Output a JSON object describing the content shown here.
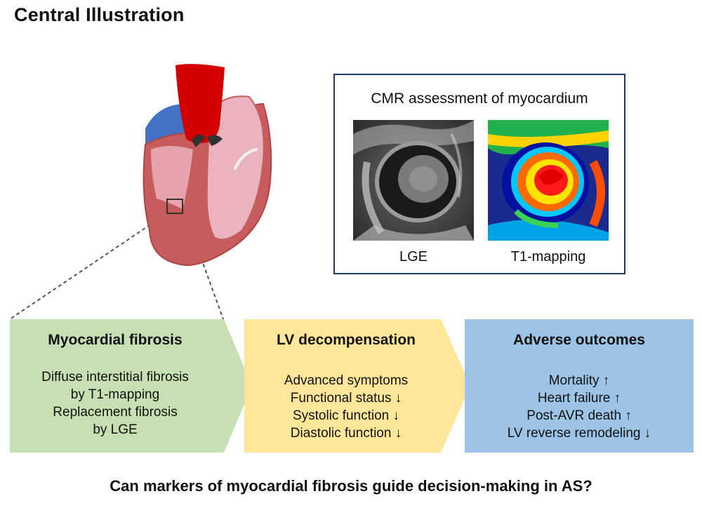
{
  "title": "Central Illustration",
  "cmr": {
    "title": "CMR assessment of myocardium",
    "lge_label": "LGE",
    "t1_label": "T1-mapping"
  },
  "stages": [
    {
      "title": "Myocardial fibrosis",
      "color": "#c6e0b4",
      "lines": [
        "Diffuse interstitial fibrosis",
        "by T1-mapping",
        "Replacement fibrosis",
        "by LGE"
      ]
    },
    {
      "title": "LV decompensation",
      "color": "#ffe699",
      "lines": [
        "Advanced symptoms",
        "Functional status ↓",
        "Systolic function ↓",
        "Diastolic function ↓"
      ]
    },
    {
      "title": "Adverse outcomes",
      "color": "#9dc3e6",
      "lines": [
        "Mortality ↑",
        "Heart failure ↑",
        "Post-AVR death ↑",
        "LV reverse remodeling ↓"
      ]
    }
  ],
  "question": "Can markers of myocardial fibrosis guide decision-making in AS?"
}
